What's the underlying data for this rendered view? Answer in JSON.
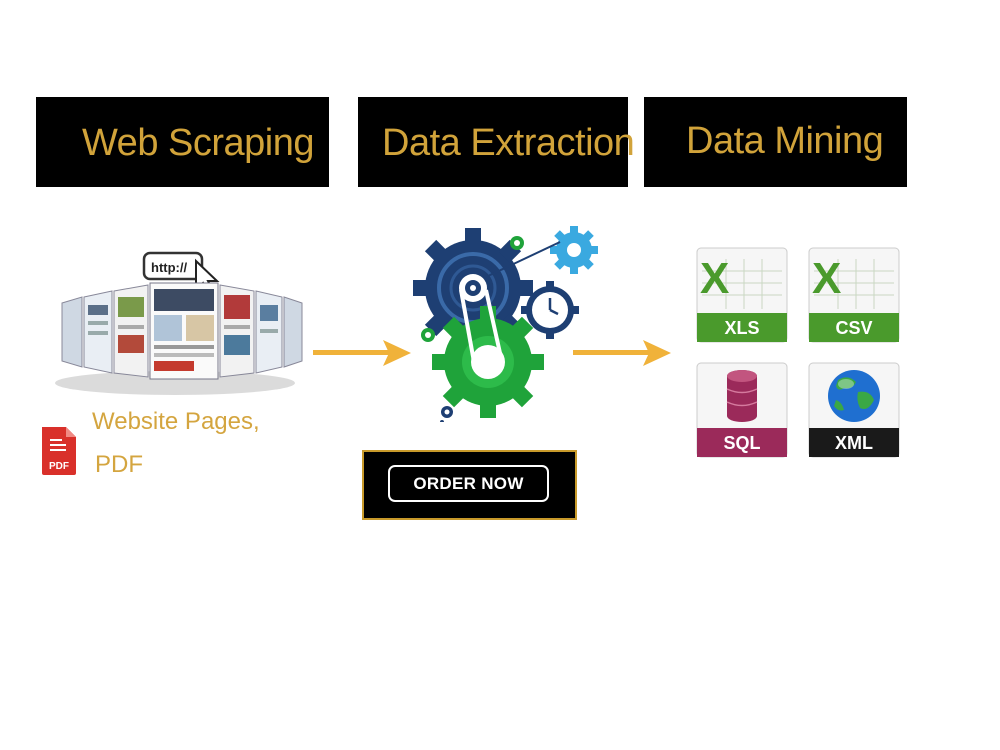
{
  "headers": [
    {
      "label": "Web Scraping"
    },
    {
      "label": "Data Extraction"
    },
    {
      "label": "Data Mining"
    }
  ],
  "url_bubble": "http://",
  "source_label_line1": "Website Pages,",
  "source_label_line2": "PDF",
  "pdf_icon_label": "PDF",
  "order_button": "ORDER NOW",
  "formats": [
    {
      "label": "XLS",
      "icon": "excel-icon",
      "band_color": "#4a9a2c"
    },
    {
      "label": "CSV",
      "icon": "excel-icon",
      "band_color": "#4a9a2c"
    },
    {
      "label": "SQL",
      "icon": "database-icon",
      "band_color": "#9b2a5a"
    },
    {
      "label": "XML",
      "icon": "globe-icon",
      "band_color": "#1a1a1a"
    }
  ],
  "colors": {
    "accent": "#d1a33a",
    "arrow": "#f0b23a",
    "gear_blue": "#1e3f73",
    "gear_green": "#1fa33a",
    "gear_light": "#3aa9e0"
  }
}
